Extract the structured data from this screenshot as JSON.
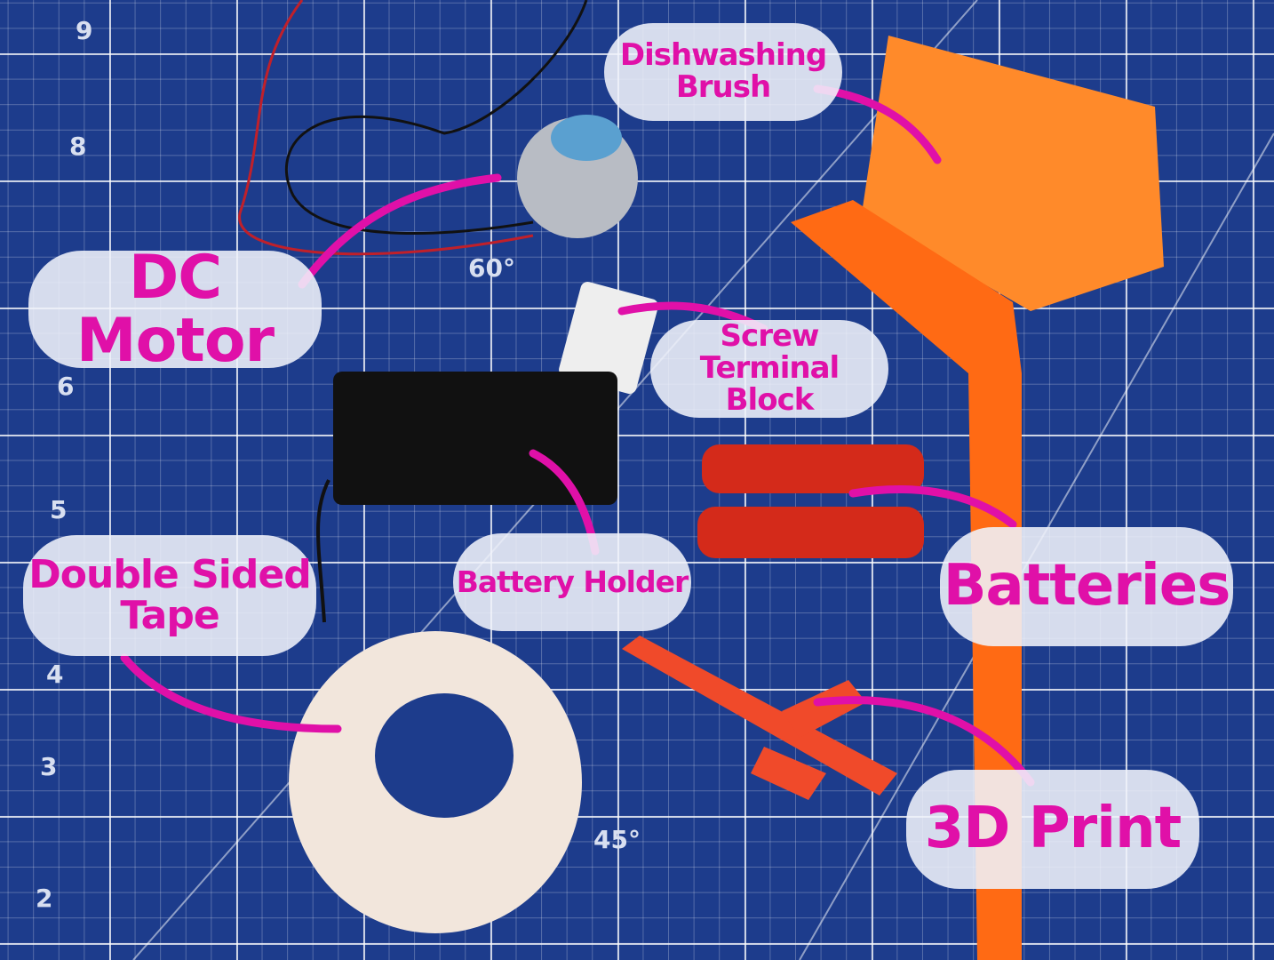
{
  "labels": {
    "brush": [
      "Dishwashing",
      "Brush"
    ],
    "motor": "DC Motor",
    "terminal": [
      "Screw Terminal",
      "Block"
    ],
    "holder": "Battery Holder",
    "batteries": "Batteries",
    "tape": [
      "Double Sided",
      "Tape"
    ],
    "print": "3D Print"
  },
  "mat_markings": [
    "9",
    "8",
    "6",
    "5",
    "4",
    "3",
    "2",
    "60°",
    "45°"
  ],
  "colors": {
    "label_text": "#e010a8",
    "arrow": "#e010a8",
    "mat": "#1d3c8c",
    "brush": "#ff6a14"
  }
}
